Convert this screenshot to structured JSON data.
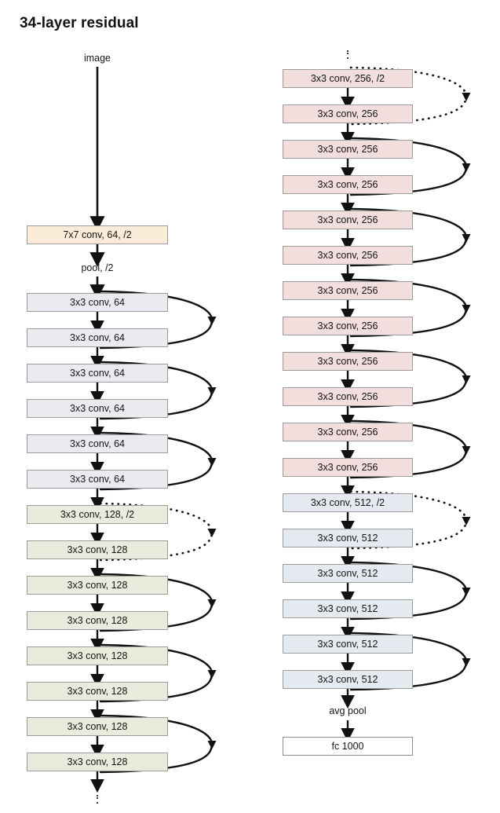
{
  "title": "34-layer residual",
  "colors": {
    "stem": "#faebd9",
    "conv64": "#eceaf1",
    "conv128": "#e9ecdd",
    "conv256": "#f2dedc",
    "conv512": "#e4eaef",
    "fc": "#ffffff",
    "border": "#9b9b9b",
    "edge": "#111111"
  },
  "labels": {
    "image": "image",
    "pool": "pool, /2",
    "avg_pool": "avg pool",
    "ellipsis": "⋮"
  },
  "left_column": {
    "stem": "7x7 conv, 64, /2",
    "blocks": [
      {
        "label": "3x3 conv, 64",
        "group": "conv64"
      },
      {
        "label": "3x3 conv, 64",
        "group": "conv64"
      },
      {
        "label": "3x3 conv, 64",
        "group": "conv64"
      },
      {
        "label": "3x3 conv, 64",
        "group": "conv64"
      },
      {
        "label": "3x3 conv, 64",
        "group": "conv64"
      },
      {
        "label": "3x3 conv, 64",
        "group": "conv64"
      },
      {
        "label": "3x3 conv, 128, /2",
        "group": "conv128"
      },
      {
        "label": "3x3 conv, 128",
        "group": "conv128"
      },
      {
        "label": "3x3 conv, 128",
        "group": "conv128"
      },
      {
        "label": "3x3 conv, 128",
        "group": "conv128"
      },
      {
        "label": "3x3 conv, 128",
        "group": "conv128"
      },
      {
        "label": "3x3 conv, 128",
        "group": "conv128"
      },
      {
        "label": "3x3 conv, 128",
        "group": "conv128"
      },
      {
        "label": "3x3 conv, 128",
        "group": "conv128"
      }
    ]
  },
  "right_column": {
    "blocks": [
      {
        "label": "3x3 conv, 256, /2",
        "group": "conv256"
      },
      {
        "label": "3x3 conv, 256",
        "group": "conv256"
      },
      {
        "label": "3x3 conv, 256",
        "group": "conv256"
      },
      {
        "label": "3x3 conv, 256",
        "group": "conv256"
      },
      {
        "label": "3x3 conv, 256",
        "group": "conv256"
      },
      {
        "label": "3x3 conv, 256",
        "group": "conv256"
      },
      {
        "label": "3x3 conv, 256",
        "group": "conv256"
      },
      {
        "label": "3x3 conv, 256",
        "group": "conv256"
      },
      {
        "label": "3x3 conv, 256",
        "group": "conv256"
      },
      {
        "label": "3x3 conv, 256",
        "group": "conv256"
      },
      {
        "label": "3x3 conv, 256",
        "group": "conv256"
      },
      {
        "label": "3x3 conv, 256",
        "group": "conv256"
      },
      {
        "label": "3x3 conv, 512, /2",
        "group": "conv512"
      },
      {
        "label": "3x3 conv, 512",
        "group": "conv512"
      },
      {
        "label": "3x3 conv, 512",
        "group": "conv512"
      },
      {
        "label": "3x3 conv, 512",
        "group": "conv512"
      },
      {
        "label": "3x3 conv, 512",
        "group": "conv512"
      },
      {
        "label": "3x3 conv, 512",
        "group": "conv512"
      }
    ],
    "fc": "fc 1000"
  },
  "skip_connections": {
    "left_solid": 3,
    "left_dotted": 1,
    "left_solid_after": 3,
    "right_dotted": 2,
    "right_solid": 7
  }
}
